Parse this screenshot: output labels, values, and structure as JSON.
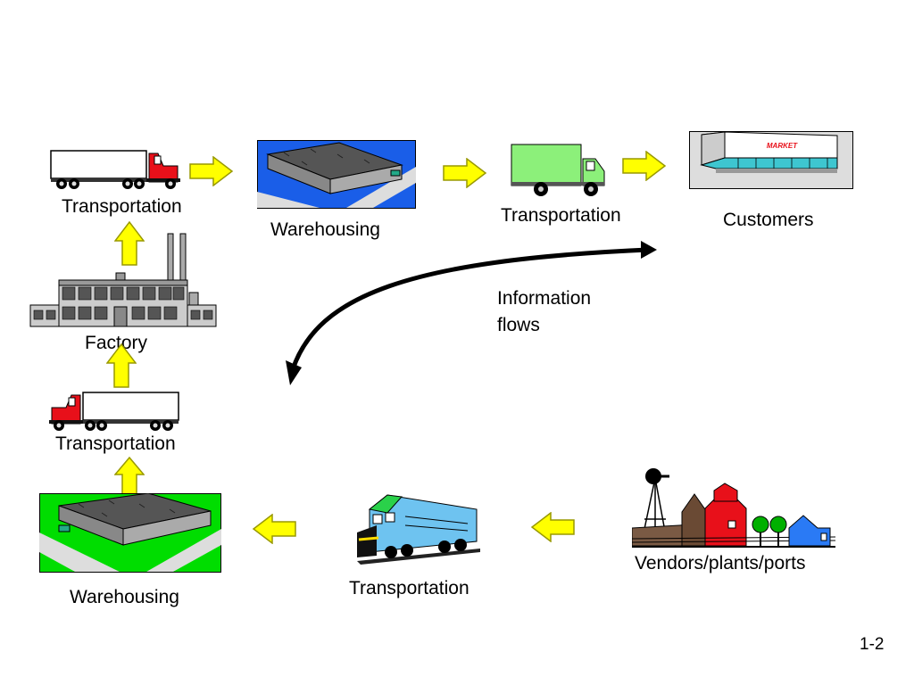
{
  "nodes": {
    "truck_top_left": {
      "label": "Transportation",
      "icon": "semi-truck-icon"
    },
    "warehouse_top": {
      "label": "Warehousing",
      "icon": "warehouse-icon"
    },
    "truck_top_middle": {
      "label": "Transportation",
      "icon": "box-truck-icon"
    },
    "customers": {
      "label": "Customers",
      "icon": "market-store-icon",
      "sign": "MARKET"
    },
    "factory": {
      "label": "Factory",
      "icon": "factory-icon"
    },
    "truck_left_mid": {
      "label": "Transportation",
      "icon": "semi-truck-icon"
    },
    "warehouse_bottom": {
      "label": "Warehousing",
      "icon": "warehouse-icon"
    },
    "train": {
      "label": "Transportation",
      "icon": "locomotive-icon"
    },
    "vendors": {
      "label": "Vendors/plants/ports",
      "icon": "farm-icon"
    }
  },
  "information_flows": {
    "line1": "Information",
    "line2": "flows"
  },
  "page_number": "1-2",
  "colors": {
    "arrow_fill": "#ffff00",
    "arrow_stroke": "#999900",
    "truck_red": "#e8101a",
    "truck_green": "#8cf07a",
    "water_blue": "#1a5ee8",
    "grass_green": "#00dd00"
  }
}
